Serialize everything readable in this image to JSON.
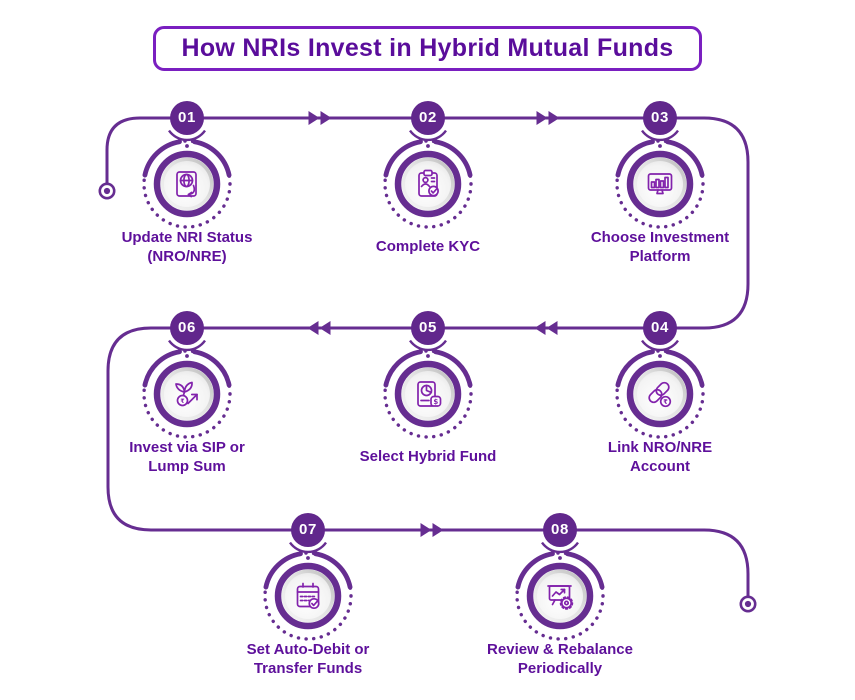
{
  "title": "How NRIs Invest in Hybrid Mutual Funds",
  "colors": {
    "line_purple": "#662D91",
    "badge_purple": "#61278C",
    "label_text": "#5E109B",
    "title_text": "#5A0D9B",
    "title_border": "#7A1FC0",
    "icon_stroke": "#8223AC",
    "medallion_silver": "#d6d6d6"
  },
  "steps": [
    {
      "number": "01",
      "label_line1": "Update NRI Status",
      "label_line2": "(NRO/NRE)",
      "icon": "passport-globe-icon"
    },
    {
      "number": "02",
      "label_line1": "Complete KYC",
      "label_line2": "",
      "icon": "kyc-clipboard-icon"
    },
    {
      "number": "03",
      "label_line1": "Choose Investment",
      "label_line2": "Platform",
      "icon": "investment-platform-monitor-icon"
    },
    {
      "number": "04",
      "label_line1": "Link NRO/NRE",
      "label_line2": "Account",
      "icon": "link-account-chain-icon"
    },
    {
      "number": "05",
      "label_line1": "Select Hybrid Fund",
      "label_line2": "",
      "icon": "hybrid-fund-document-icon"
    },
    {
      "number": "06",
      "label_line1": "Invest via SIP or",
      "label_line2": "Lump Sum",
      "icon": "sip-growth-icon"
    },
    {
      "number": "07",
      "label_line1": "Set Auto-Debit or",
      "label_line2": "Transfer Funds",
      "icon": "auto-debit-calendar-icon"
    },
    {
      "number": "08",
      "label_line1": "Review & Rebalance",
      "label_line2": "Periodically",
      "icon": "review-rebalance-chart-icon"
    }
  ]
}
